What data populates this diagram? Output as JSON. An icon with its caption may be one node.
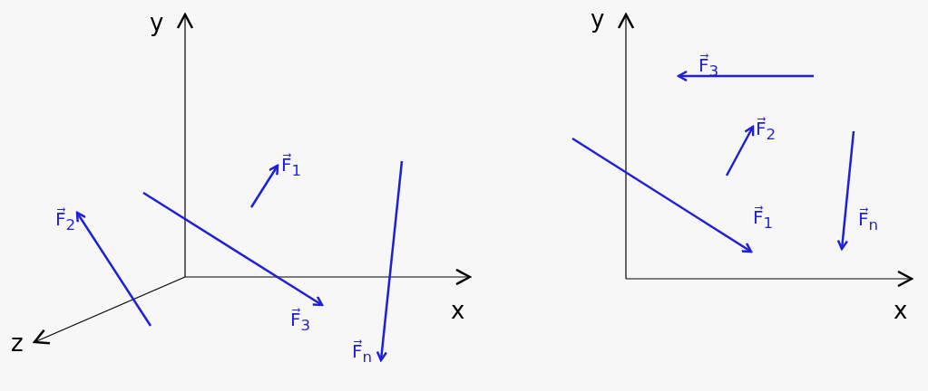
{
  "diagram": {
    "labels": [
      "y",
      "y",
      "F⃗$_{3}$",
      "F⃗$_{1}$",
      "F⃗$_{2}$",
      "F⃗$_{2}$",
      "F⃗$_{1}$",
      "F⃗$_{n}$",
      "x",
      "x",
      "F⃗$_{3}$",
      "z",
      "F⃗$_{n}$"
    ]
  }
}
